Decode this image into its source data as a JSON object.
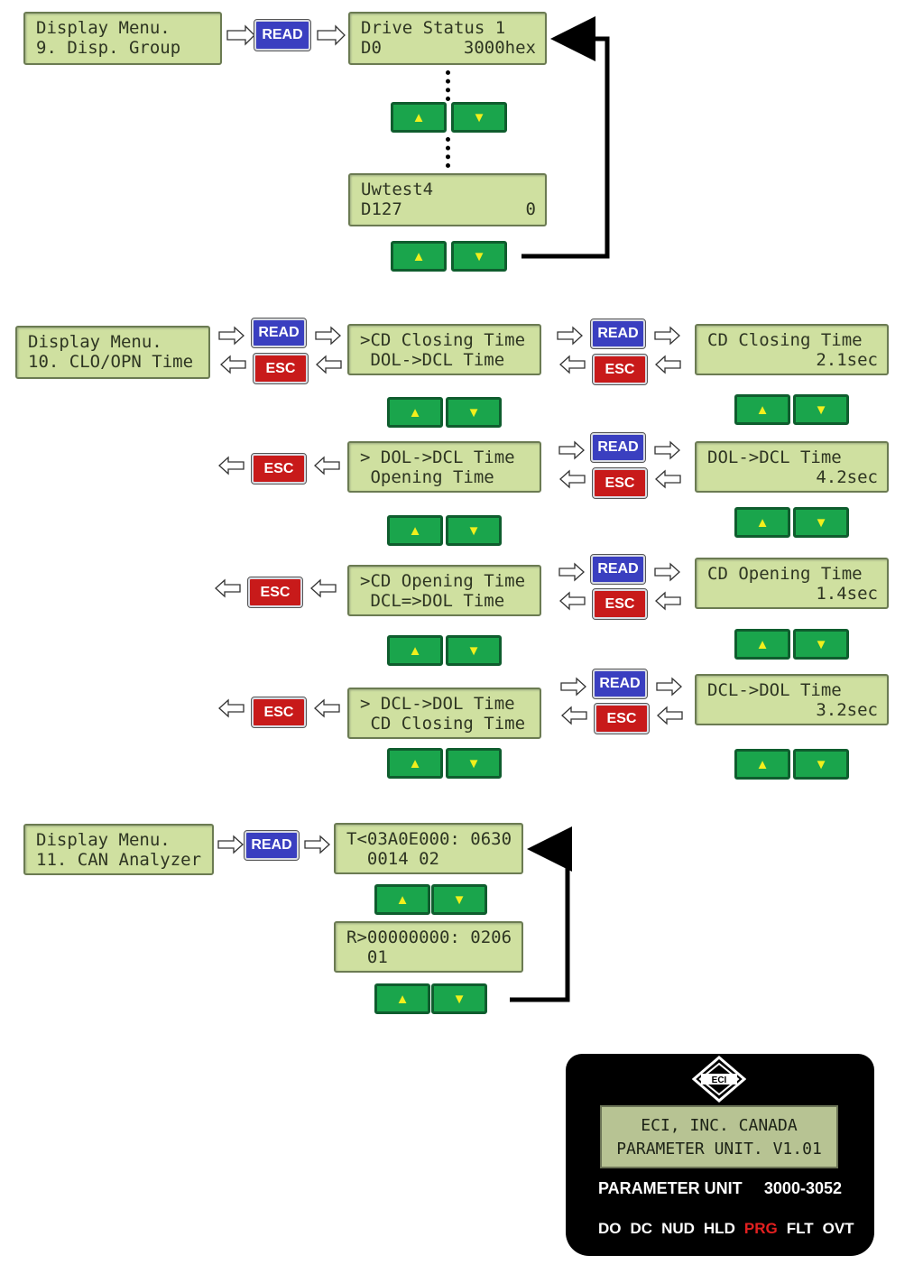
{
  "buttons": {
    "read": "READ",
    "esc": "ESC",
    "up": "▲",
    "down": "▼"
  },
  "section9": {
    "menu": [
      "Display Menu.",
      "9. Disp. Group"
    ],
    "first": {
      "l1": "Drive Status 1",
      "l2a": "D0",
      "l2b": "3000hex"
    },
    "last": {
      "l1": "Uwtest4",
      "l2a": "D127",
      "l2b": "0"
    }
  },
  "section10": {
    "menu": [
      "Display Menu.",
      "10. CLO/OPN Time"
    ],
    "items": [
      {
        "sel1": ">CD Closing Time",
        "sel2": " DOL->DCL Time",
        "val1": "CD Closing Time",
        "val2": "2.1sec"
      },
      {
        "sel1": "> DOL->DCL Time",
        "sel2": " Opening Time",
        "val1": "DOL->DCL Time",
        "val2": "4.2sec"
      },
      {
        "sel1": ">CD Opening Time",
        "sel2": " DCL=>DOL Time",
        "val1": "CD Opening Time",
        "val2": "1.4sec"
      },
      {
        "sel1": "> DCL->DOL Time",
        "sel2": " CD Closing Time",
        "val1": "DCL->DOL Time",
        "val2": "3.2sec"
      }
    ]
  },
  "section11": {
    "menu": [
      "Display Menu.",
      "11. CAN Analyzer"
    ],
    "tx": [
      "T<03A0E000: 0630",
      "  0014 02"
    ],
    "rx": [
      "R>00000000: 0206",
      "  01"
    ]
  },
  "device": {
    "logo": "ECI",
    "lcd": [
      "ECI, INC. CANADA",
      "PARAMETER UNIT. V1.01"
    ],
    "title": "PARAMETER UNIT",
    "model": "3000-3052",
    "status": [
      "DO",
      "DC",
      "NUD",
      "HLD",
      "PRG",
      "FLT",
      "OVT"
    ]
  },
  "colors": {
    "lcd_bg": "#cfe0a0",
    "read": "#3a3fc0",
    "esc": "#c81a1a",
    "arrow_btn": "#1aa54c",
    "arrow_glyph": "#f2ef1c"
  }
}
